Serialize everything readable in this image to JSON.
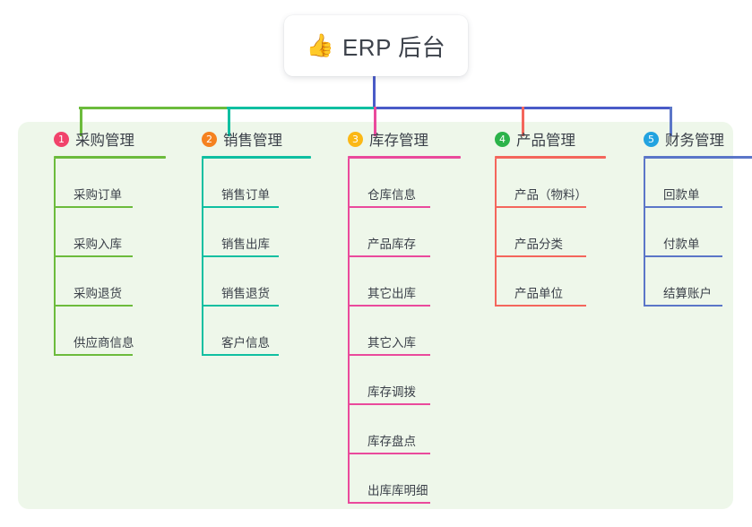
{
  "root": {
    "icon": "thumbs-up-icon",
    "emoji": "👍",
    "title": "ERP 后台"
  },
  "panel": {
    "background_color": "#eef7ea"
  },
  "connector": {
    "stem_color": "#4a5bc8",
    "bar_colors": [
      "#6cbb3c",
      "#0fbfa1",
      "#4a5bc8"
    ]
  },
  "columns": [
    {
      "number": "1",
      "badge_color": "#f1436b",
      "line_color": "#6cbb3c",
      "title": "采购管理",
      "items": [
        {
          "label": "采购订单"
        },
        {
          "label": "采购入库"
        },
        {
          "label": "采购退货"
        },
        {
          "label": "供应商信息"
        }
      ]
    },
    {
      "number": "2",
      "badge_color": "#f58220",
      "line_color": "#0fbfa1",
      "title": "销售管理",
      "items": [
        {
          "label": "销售订单"
        },
        {
          "label": "销售出库"
        },
        {
          "label": "销售退货"
        },
        {
          "label": "客户信息"
        }
      ]
    },
    {
      "number": "3",
      "badge_color": "#fbb816",
      "line_color": "#ea4a9c",
      "title": "库存管理",
      "items": [
        {
          "label": "仓库信息"
        },
        {
          "label": "产品库存"
        },
        {
          "label": "其它出库"
        },
        {
          "label": "其它入库"
        },
        {
          "label": "库存调拨"
        },
        {
          "label": "库存盘点"
        },
        {
          "label": "出库库明细"
        }
      ]
    },
    {
      "number": "4",
      "badge_color": "#2cb34a",
      "line_color": "#f4665c",
      "title": "产品管理",
      "items": [
        {
          "label": "产品（物料）"
        },
        {
          "label": "产品分类"
        },
        {
          "label": "产品单位"
        }
      ]
    },
    {
      "number": "5",
      "badge_color": "#22a3e0",
      "line_color": "#5b76c8",
      "title": "财务管理",
      "items": [
        {
          "label": "回款单"
        },
        {
          "label": "付款单"
        },
        {
          "label": "结算账户"
        }
      ]
    }
  ]
}
